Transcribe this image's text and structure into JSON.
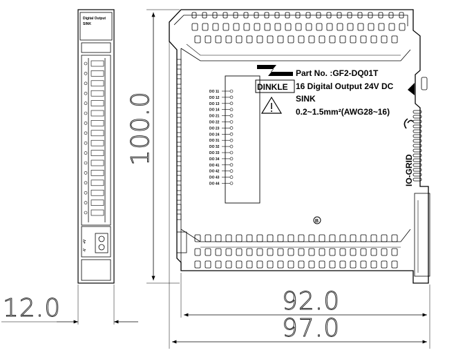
{
  "side_view": {
    "label_line1": "Digital Output",
    "label_line2": "SINK",
    "power_labels": [
      "+V",
      "-V"
    ]
  },
  "front_view": {
    "part_no": "Part No. :GF2-DQ01T",
    "description": "16 Digital Output 24V DC",
    "type": "SINK",
    "wire_range": "0.2~1.5mm²(AWG28~16)",
    "brand_logo_text": "DINKLE",
    "series_logo_text": "IO-GRID",
    "ce_mark": "B",
    "terminal_labels": [
      "DO 11",
      "DO 12",
      "DO 13",
      "DO 14",
      "DO 21",
      "DO 22",
      "DO 23",
      "DO 24",
      "DO 31",
      "DO 32",
      "DO 33",
      "DO 34",
      "DO 41",
      "DO 42",
      "DO 43",
      "DO 44"
    ]
  },
  "dimensions": {
    "height": "100.0",
    "side_width": "12.0",
    "body_width": "92.0",
    "overall_width": "97.0"
  },
  "icons": {
    "warning": "warning-triangle-icon",
    "ce": "ce-mark-icon",
    "logo": "dinkle-logo-icon"
  },
  "colors": {
    "line": "#000000",
    "background": "#ffffff"
  }
}
